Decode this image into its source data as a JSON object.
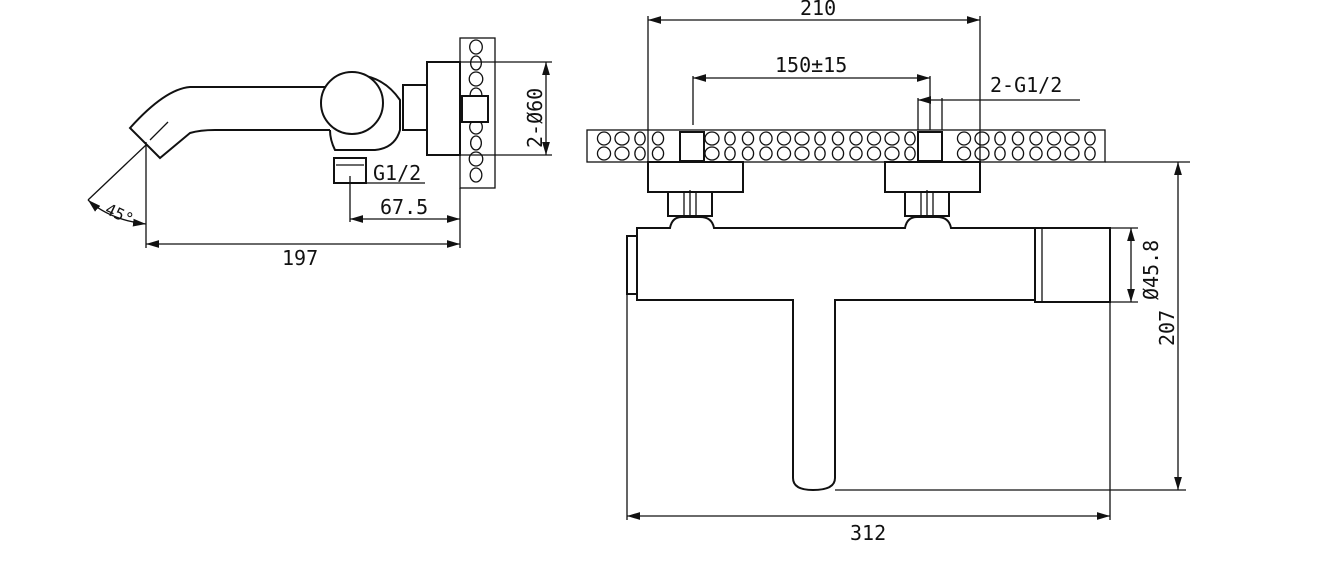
{
  "side_view": {
    "angle_label": "45°",
    "length_label": "197",
    "outlet_offset_label": "67.5",
    "outlet_thread_label": "G1/2",
    "flange_label": "2-Ø60"
  },
  "front_view": {
    "width_label": "210",
    "spacing_label": "150±15",
    "inlet_thread_label": "2-G1/2",
    "cylinder_label": "Ø45.8",
    "height_label": "207",
    "total_width_label": "312"
  }
}
